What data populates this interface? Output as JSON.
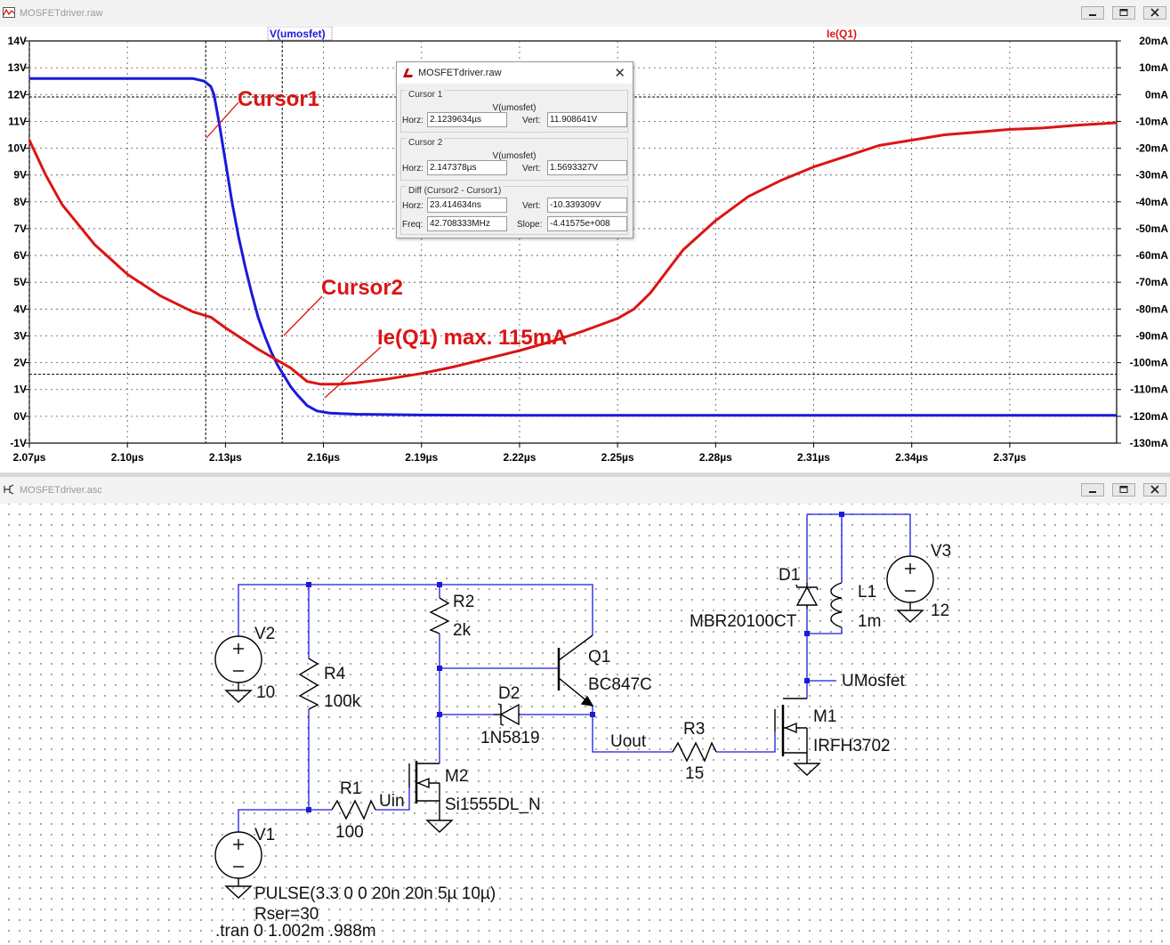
{
  "waveform_window": {
    "title": "MOSFETdriver.raw",
    "trace_blue_name": "V(umosfet)",
    "trace_red_name": "Ie(Q1)",
    "annotations": {
      "cursor1": "Cursor1",
      "cursor2": "Cursor2",
      "max_note": "Ie(Q1) max. 115mA"
    }
  },
  "chart_data": {
    "type": "line",
    "x_ticks": [
      "2.07µs",
      "2.10µs",
      "2.13µs",
      "2.16µs",
      "2.19µs",
      "2.22µs",
      "2.25µs",
      "2.28µs",
      "2.31µs",
      "2.34µs",
      "2.37µs"
    ],
    "xlim": [
      2.07,
      2.4027
    ],
    "y_left_ticks": [
      "14V",
      "13V",
      "12V",
      "11V",
      "10V",
      "9V",
      "8V",
      "7V",
      "6V",
      "5V",
      "4V",
      "3V",
      "2V",
      "1V",
      "0V",
      "-1V"
    ],
    "y_left_lim": [
      -1,
      14
    ],
    "y_right_ticks": [
      "20mA",
      "10mA",
      "0mA",
      "-10mA",
      "-20mA",
      "-30mA",
      "-40mA",
      "-50mA",
      "-60mA",
      "-70mA",
      "-80mA",
      "-90mA",
      "-100mA",
      "-110mA",
      "-120mA",
      "-130mA"
    ],
    "y_right_lim": [
      -130,
      20
    ],
    "series": [
      {
        "name": "V(umosfet)",
        "axis": "left",
        "color": "#1a1adc",
        "x": [
          2.07,
          2.12,
          2.1235,
          2.1255,
          2.1265,
          2.128,
          2.13,
          2.132,
          2.134,
          2.136,
          2.138,
          2.14,
          2.142,
          2.144,
          2.146,
          2.148,
          2.15,
          2.152,
          2.155,
          2.158,
          2.162,
          2.17,
          2.19,
          2.22,
          2.3,
          2.4027
        ],
        "y": [
          12.6,
          12.6,
          12.5,
          12.3,
          12.0,
          11.0,
          9.5,
          8.0,
          6.7,
          5.6,
          4.6,
          3.7,
          3.0,
          2.4,
          1.9,
          1.5,
          1.1,
          0.8,
          0.4,
          0.2,
          0.12,
          0.08,
          0.05,
          0.04,
          0.04,
          0.04
        ]
      },
      {
        "name": "Ie(Q1)",
        "axis": "right",
        "color": "#dc1414",
        "x": [
          2.07,
          2.075,
          2.08,
          2.09,
          2.1,
          2.11,
          2.12,
          2.1255,
          2.13,
          2.14,
          2.15,
          2.155,
          2.159,
          2.165,
          2.17,
          2.18,
          2.19,
          2.2,
          2.21,
          2.22,
          2.23,
          2.24,
          2.25,
          2.255,
          2.26,
          2.27,
          2.28,
          2.29,
          2.3,
          2.31,
          2.32,
          2.33,
          2.34,
          2.35,
          2.36,
          2.37,
          2.38,
          2.39,
          2.4027
        ],
        "y": [
          -17,
          -30,
          -41,
          -56,
          -67,
          -75,
          -81,
          -83,
          -87,
          -95,
          -102,
          -107,
          -108,
          -108,
          -107.5,
          -106,
          -104,
          -101.5,
          -98.5,
          -95.5,
          -92,
          -88,
          -83.5,
          -80,
          -74,
          -58,
          -47,
          -38,
          -32,
          -27,
          -23,
          -19,
          -17,
          -15,
          -14,
          -13,
          -12.5,
          -11.5,
          -10.5
        ]
      }
    ],
    "cursors": [
      {
        "name": "Cursor1",
        "x": 2.1239634,
        "y": 11.908641
      },
      {
        "name": "Cursor2",
        "x": 2.147378,
        "y": 1.5693327
      }
    ]
  },
  "cursor_dialog": {
    "title": "MOSFETdriver.raw",
    "close": "✕",
    "cursor1": {
      "group": "Cursor 1",
      "trace": "V(umosfet)",
      "horz_label": "Horz:",
      "horz": "2.1239634µs",
      "vert_label": "Vert:",
      "vert": "11.908641V"
    },
    "cursor2": {
      "group": "Cursor 2",
      "trace": "V(umosfet)",
      "horz_label": "Horz:",
      "horz": "2.147378µs",
      "vert_label": "Vert:",
      "vert": "1.5693327V"
    },
    "diff": {
      "group": "Diff (Cursor2 - Cursor1)",
      "horz_label": "Horz:",
      "horz": "23.414634ns",
      "vert_label": "Vert:",
      "vert": "-10.339309V",
      "freq_label": "Freq:",
      "freq": "42.708333MHz",
      "slope_label": "Slope:",
      "slope": "-4.41575e+008"
    }
  },
  "schematic_window": {
    "title": "MOSFETdriver.asc",
    "labels": {
      "v2": "V2",
      "v2_val": "10",
      "r4": "R4",
      "r4_val": "100k",
      "r2": "R2",
      "r2_val": "2k",
      "q1": "Q1",
      "q1_val": "BC847C",
      "d2": "D2",
      "d2_val": "1N5819",
      "uout": "Uout",
      "r3": "R3",
      "r3_val": "15",
      "d1": "D1",
      "d1_val": "MBR20100CT",
      "l1": "L1",
      "l1_val": "1m",
      "v3": "V3",
      "v3_val": "12",
      "umosfet": "UMosfet",
      "m1": "M1",
      "m1_val": "IRFH3702",
      "r1": "R1",
      "r1_val": "100",
      "uin": "Uin",
      "m2": "M2",
      "m2_val": "Si1555DL_N",
      "v1": "V1",
      "v1_val1": "PULSE(3.3 0 0 20n 20n 5µ 10µ)",
      "v1_val2": "Rser=30",
      "tran": ".tran 0 1.002m .988m"
    }
  }
}
